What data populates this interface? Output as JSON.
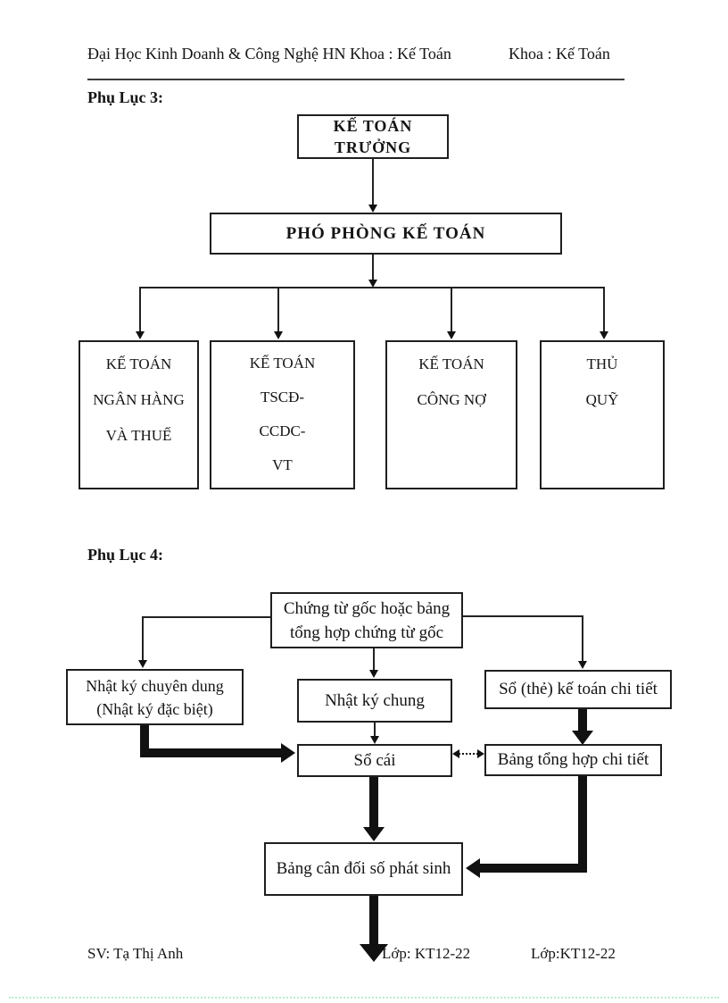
{
  "colors": {
    "ink": "#141414",
    "line": "#222222",
    "bottom_dots": "#b9edcc",
    "paper": "#ffffff"
  },
  "header": {
    "left": "Đại Học Kinh Doanh & Công Nghệ HN Khoa : Kế Toán",
    "right": "Khoa : Kế Toán"
  },
  "sections": {
    "appendix3": "Phụ Lục 3:",
    "appendix4": "Phụ Lục 4:"
  },
  "org_chart": {
    "chief": {
      "lines": [
        "KẾ TOÁN",
        "TRƯỞNG"
      ]
    },
    "deputy": {
      "label": "PHÓ PHÒNG KẾ TOÁN"
    },
    "departments": [
      {
        "lines": [
          "KẾ TOÁN",
          "NGÂN HÀNG",
          "VÀ THUẾ"
        ]
      },
      {
        "lines": [
          "KẾ TOÁN",
          "TSCĐ-",
          "CCDC-",
          "VT"
        ]
      },
      {
        "lines": [
          "KẾ TOÁN",
          "CÔNG NỢ"
        ]
      },
      {
        "lines": [
          "THỦ",
          "QUỸ"
        ]
      }
    ]
  },
  "flow_chart": {
    "source": {
      "lines": [
        "Chứng từ gốc hoặc bảng",
        "tổng hợp chứng từ gốc"
      ]
    },
    "special_journal": {
      "lines": [
        "Nhật ký chuyên dung",
        "(Nhật ký đặc biệt)"
      ]
    },
    "general_journal": {
      "label": "Nhật ký chung"
    },
    "subsidiary_ledger": {
      "label": "Sổ (thẻ) kế toán chi tiết"
    },
    "general_ledger": {
      "label": "Sổ cái"
    },
    "detail_summary": {
      "label": "Bảng tổng hợp chi tiết"
    },
    "trial_balance": {
      "label": "Bảng cân đối số phát sinh"
    }
  },
  "footer": {
    "student": "SV: Tạ Thị Anh",
    "class_1": "Lớp: KT12-22",
    "class_2": "Lớp:KT12-22"
  }
}
